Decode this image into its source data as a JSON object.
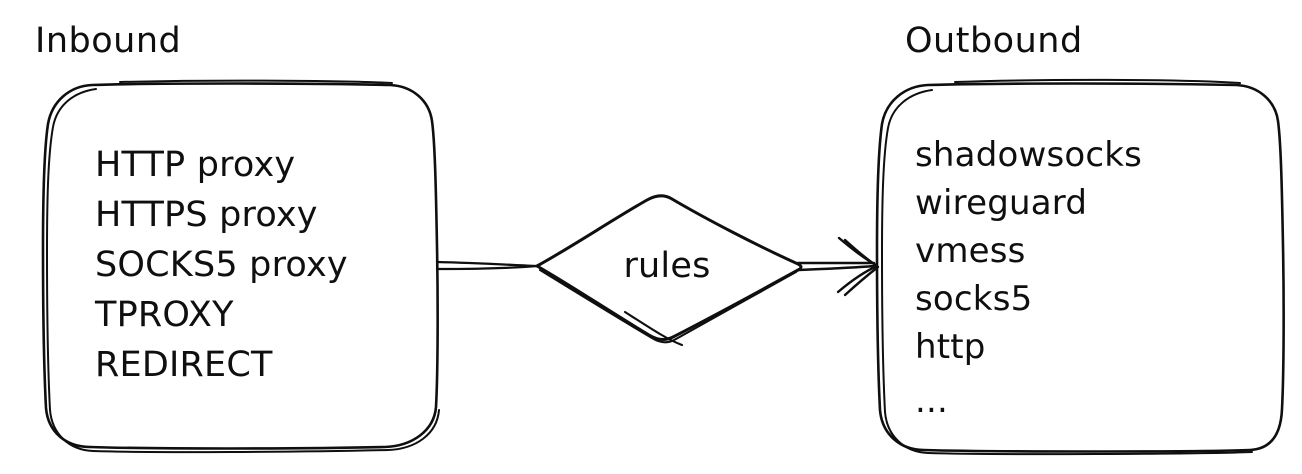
{
  "diagram": {
    "title_left": "Inbound",
    "title_right": "Outbound",
    "center_node_label": "rules",
    "inbound_items": [
      "HTTP proxy",
      "HTTPS proxy",
      "SOCKS5 proxy",
      "TPROXY",
      "REDIRECT"
    ],
    "outbound_items": [
      "shadowsocks",
      "wireguard",
      "vmess",
      "socks5",
      "http",
      "..."
    ],
    "colors": {
      "stroke": "#0f0f0f",
      "background": "#ffffff",
      "text": "#0f0f0f"
    }
  }
}
